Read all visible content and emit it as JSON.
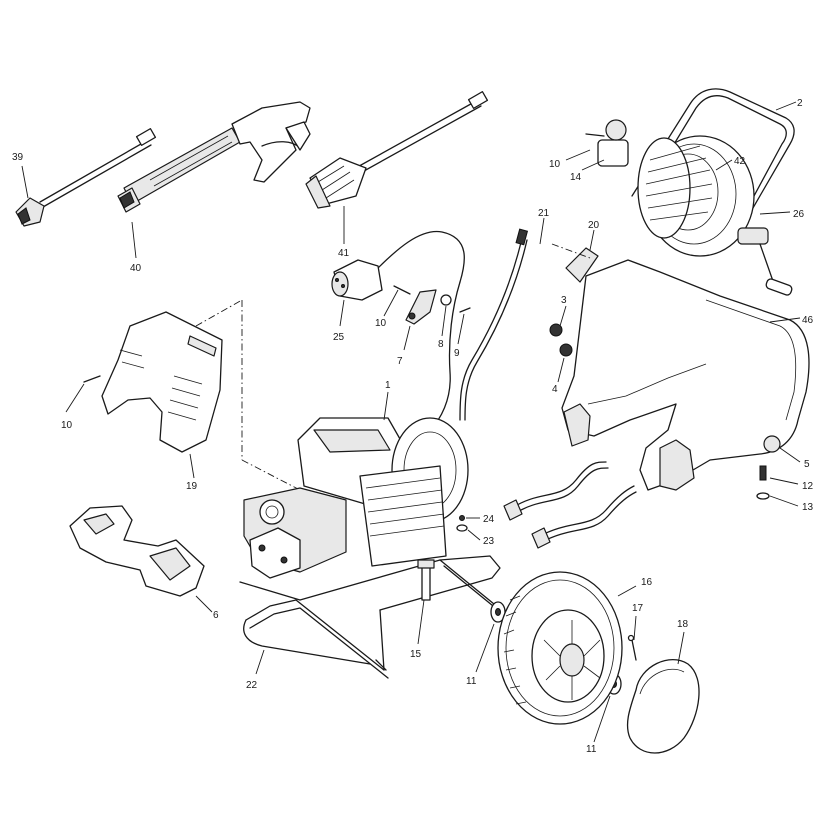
{
  "callouts": [
    {
      "id": "c39",
      "text": "39"
    },
    {
      "id": "c40",
      "text": "40"
    },
    {
      "id": "c41",
      "text": "41"
    },
    {
      "id": "c25",
      "text": "25"
    },
    {
      "id": "c10a",
      "text": "10"
    },
    {
      "id": "c7",
      "text": "7"
    },
    {
      "id": "c8",
      "text": "8"
    },
    {
      "id": "c9",
      "text": "9"
    },
    {
      "id": "c21",
      "text": "21"
    },
    {
      "id": "c20",
      "text": "20"
    },
    {
      "id": "c3",
      "text": "3"
    },
    {
      "id": "c4",
      "text": "4"
    },
    {
      "id": "c10b",
      "text": "10"
    },
    {
      "id": "c14",
      "text": "14"
    },
    {
      "id": "c42",
      "text": "42"
    },
    {
      "id": "c2",
      "text": "2"
    },
    {
      "id": "c26",
      "text": "26"
    },
    {
      "id": "c46",
      "text": "46"
    },
    {
      "id": "c5",
      "text": "5"
    },
    {
      "id": "c12",
      "text": "12"
    },
    {
      "id": "c13",
      "text": "13"
    },
    {
      "id": "c10c",
      "text": "10"
    },
    {
      "id": "c19",
      "text": "19"
    },
    {
      "id": "c1",
      "text": "1"
    },
    {
      "id": "c24",
      "text": "24"
    },
    {
      "id": "c23",
      "text": "23"
    },
    {
      "id": "c6",
      "text": "6"
    },
    {
      "id": "c22",
      "text": "22"
    },
    {
      "id": "c15",
      "text": "15"
    },
    {
      "id": "c11a",
      "text": "11"
    },
    {
      "id": "c16",
      "text": "16"
    },
    {
      "id": "c17",
      "text": "17"
    },
    {
      "id": "c18",
      "text": "18"
    },
    {
      "id": "c11b",
      "text": "11"
    }
  ]
}
